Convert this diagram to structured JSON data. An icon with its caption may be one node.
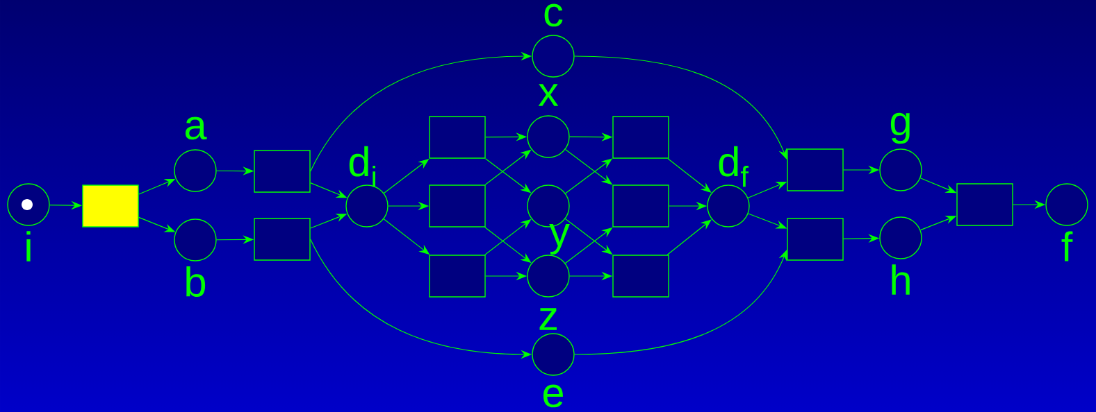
{
  "diagram": {
    "nodes": [
      {
        "text": [
          "i"
        ]
      },
      {
        "text": [],
        "shape": "box"
      },
      {
        "text": [
          "a"
        ]
      },
      {
        "text": [
          "b"
        ]
      },
      {
        "text": [],
        "shape": "box"
      },
      {
        "text": [],
        "shape": "box"
      },
      {
        "text": [
          "c"
        ]
      },
      {
        "text": [
          "d$_{i}$"
        ]
      },
      {
        "text": [],
        "shape": "box"
      },
      {
        "text": [],
        "shape": "box"
      },
      {
        "text": [],
        "shape": "box"
      },
      {
        "text": [],
        "shape": "circle"
      },
      {
        "text": [],
        "shape": "circle"
      },
      {
        "text": [],
        "shape": "circle"
      },
      {
        "text": [
          "e"
        ]
      },
      {
        "text": [],
        "shape": "box"
      },
      {
        "text": [],
        "shape": "box"
      },
      {
        "text": [],
        "shape": "box"
      },
      {
        "text": [
          "d$_{f}$"
        ]
      },
      {
        "text": [],
        "shape": "box"
      },
      {
        "text": [],
        "shape": "box"
      },
      {
        "text": [
          "g"
        ]
      },
      {
        "text": [
          "h"
        ]
      },
      {
        "text": [],
        "shape": "box"
      },
      {
        "text": [
          "f"
        ]
      }
    ],
    "edges": [
      {
        "from": 0,
        "to": 1,
        "arrow": "to"
      },
      {
        "from": 1,
        "to": 2,
        "arrow": "to"
      },
      {
        "from": 1,
        "to": 3,
        "arrow": "to"
      },
      {
        "from": 2,
        "to": 4,
        "arrow": "to"
      },
      {
        "from": 3,
        "to": 5,
        "arrow": "to"
      },
      {
        "from": 4,
        "to": 6,
        "arrow": "to"
      },
      {
        "from": 4,
        "to": 7,
        "arrow": "to"
      },
      {
        "from": 5,
        "to": 7,
        "arrow": "to"
      },
      {
        "from": 5,
        "to": 14,
        "arrow": "to"
      },
      {
        "from": 7,
        "to": 8,
        "arrow": "to"
      },
      {
        "from": 7,
        "to": 9,
        "arrow": "to"
      },
      {
        "from": 7,
        "to": 10,
        "arrow": "to"
      },
      {
        "from": 8,
        "to": 11,
        "arrow": "to"
      },
      {
        "from": 8,
        "to": 12,
        "arrow": "to"
      },
      {
        "from": 9,
        "to": 11,
        "arrow": "to"
      },
      {
        "from": 9,
        "to": 13,
        "arrow": "to"
      },
      {
        "from": 10,
        "to": 12,
        "arrow": "to"
      },
      {
        "from": 10,
        "to": 13,
        "arrow": "to"
      },
      {
        "from": 11,
        "to": 15,
        "arrow": "to"
      },
      {
        "from": 11,
        "to": 16,
        "arrow": "to"
      },
      {
        "from": 12,
        "to": 15,
        "arrow": "to"
      },
      {
        "from": 12,
        "to": 17,
        "arrow": "to"
      },
      {
        "from": 13,
        "to": 16,
        "arrow": "to"
      },
      {
        "from": 13,
        "to": 17,
        "arrow": "to"
      },
      {
        "from": 15,
        "to": 18,
        "arrow": "to"
      },
      {
        "from": 16,
        "to": 18,
        "arrow": "to"
      },
      {
        "from": 17,
        "to": 18,
        "arrow": "to"
      },
      {
        "from": 6,
        "to": 19,
        "arrow": "to"
      },
      {
        "from": 14,
        "to": 20,
        "arrow": "to"
      },
      {
        "from": 18,
        "to": 19,
        "arrow": "to"
      },
      {
        "from": 18,
        "to": 20,
        "arrow": "to"
      },
      {
        "from": 19,
        "to": 21,
        "arrow": "to"
      },
      {
        "from": 20,
        "to": 22,
        "arrow": "to"
      },
      {
        "from": 21,
        "to": 23,
        "arrow": "to"
      },
      {
        "from": 22,
        "to": 23,
        "arrow": "to"
      },
      {
        "from": 23,
        "to": 24,
        "arrow": "to"
      }
    ],
    "labels": [
      "x",
      "y",
      "z"
    ]
  }
}
